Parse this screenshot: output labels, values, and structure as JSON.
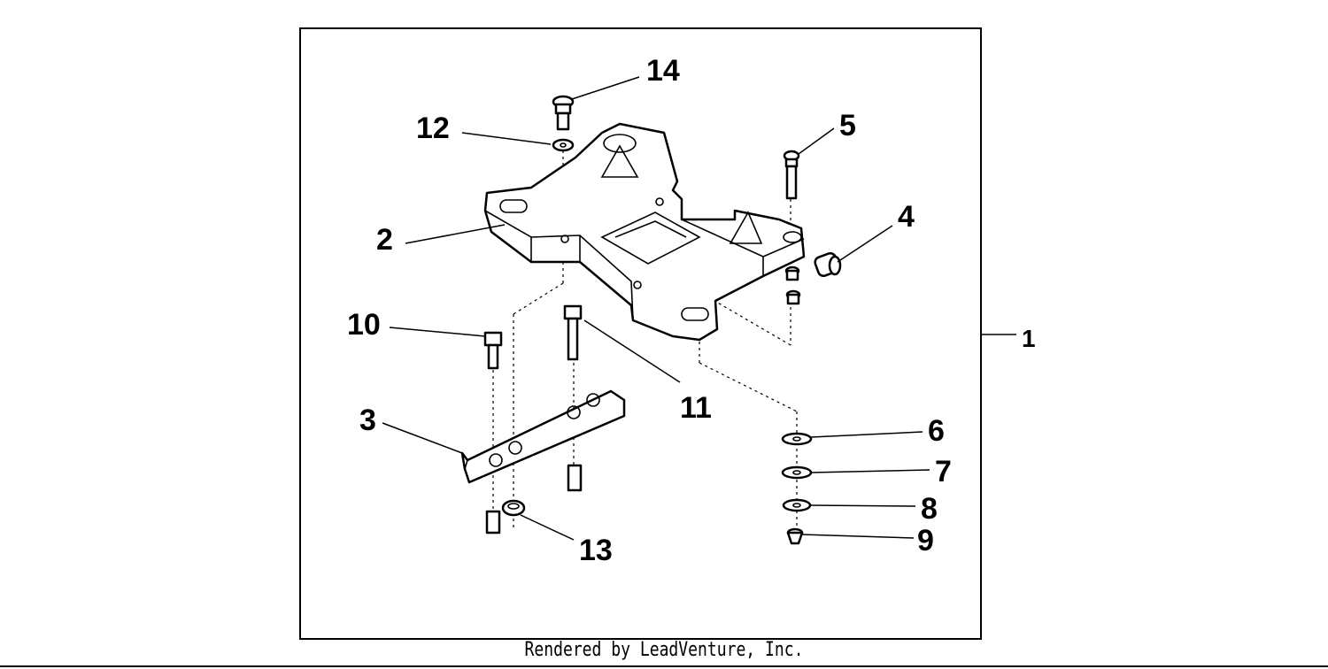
{
  "callouts": [
    {
      "id": "c14",
      "label": "14"
    },
    {
      "id": "c12",
      "label": "12"
    },
    {
      "id": "c5",
      "label": "5"
    },
    {
      "id": "c4",
      "label": "4"
    },
    {
      "id": "c2",
      "label": "2"
    },
    {
      "id": "c10",
      "label": "10"
    },
    {
      "id": "c11",
      "label": "11"
    },
    {
      "id": "c1",
      "label": "1"
    },
    {
      "id": "c3",
      "label": "3"
    },
    {
      "id": "c6",
      "label": "6"
    },
    {
      "id": "c7",
      "label": "7"
    },
    {
      "id": "c8",
      "label": "8"
    },
    {
      "id": "c9",
      "label": "9"
    },
    {
      "id": "c13",
      "label": "13"
    }
  ],
  "footer": {
    "text": "Rendered by LeadVenture, Inc."
  }
}
